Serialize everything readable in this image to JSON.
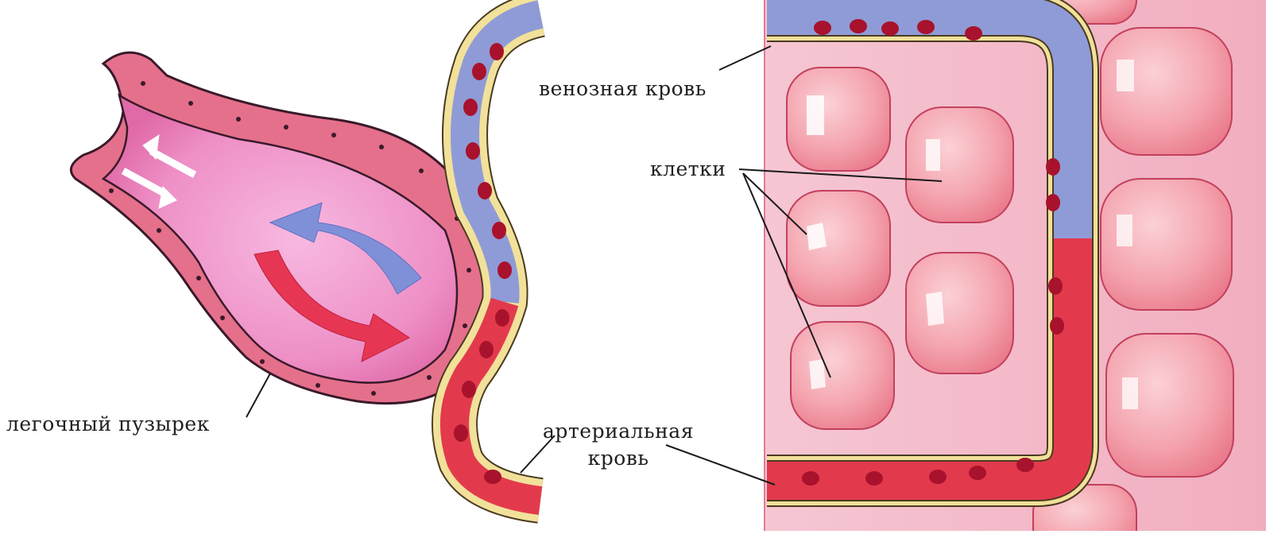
{
  "labels": {
    "venous_blood": "венозная кровь",
    "cells": "клетки",
    "alveolus": "легочный пузырек",
    "arterial_blood_line1": "артериальная",
    "arterial_blood_line2": "кровь"
  },
  "colors": {
    "alveolus_wall": "#e5708c",
    "alveolus_inner": "#ee8fc6",
    "vein_blue": "#8f9bd6",
    "artery_red": "#e23a4c",
    "endothelium_yellow": "#f1e19a",
    "tissue_pink": "#f3b8c9",
    "cell_pink": "#f08f9e",
    "red_blood_cell": "#a8122c",
    "arrow_blue": "#8090d8",
    "arrow_red": "#e63653"
  }
}
